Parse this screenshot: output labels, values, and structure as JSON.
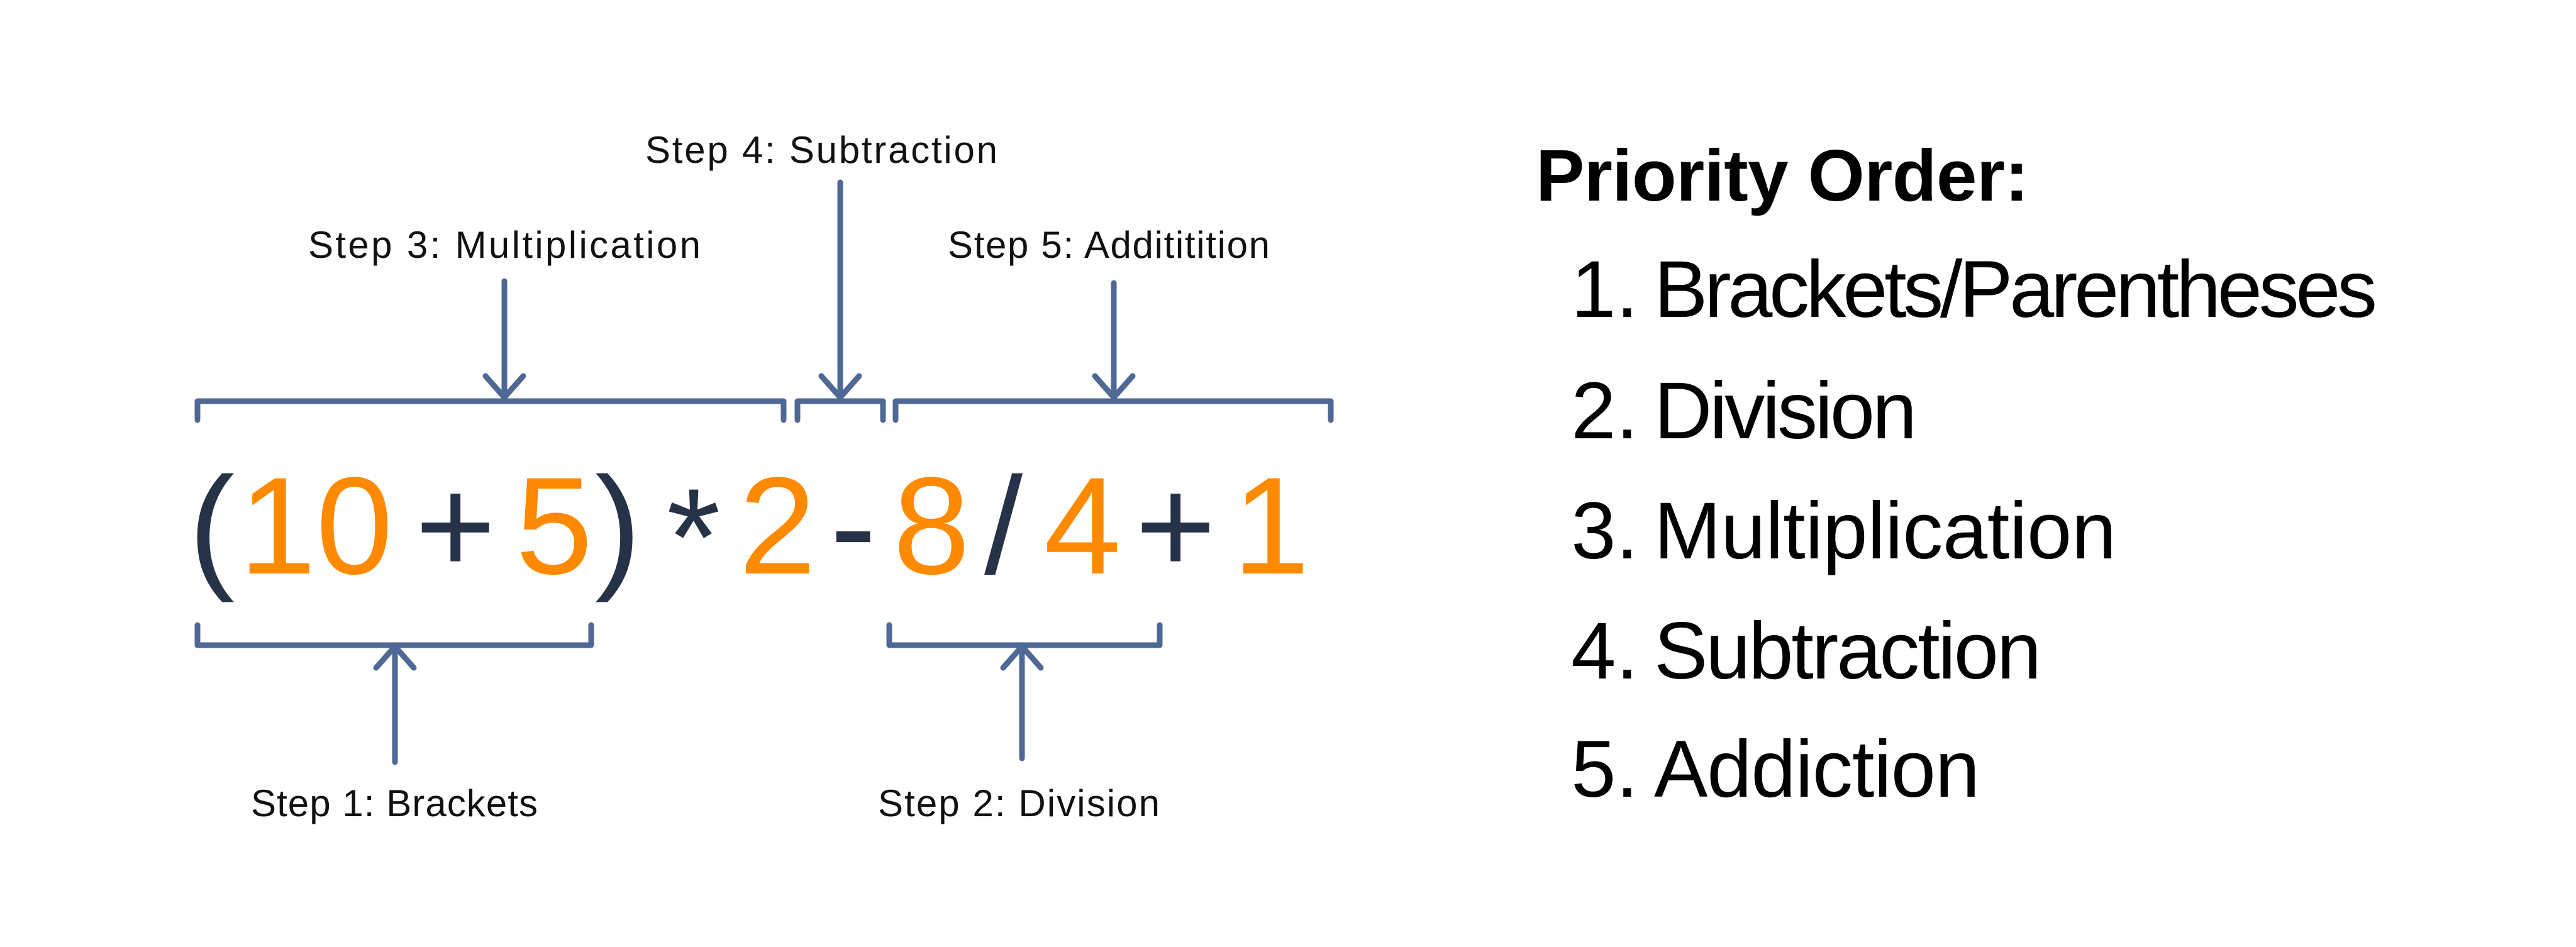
{
  "colors": {
    "number": "#ff8a00",
    "operator": "#263247",
    "annotation": "#4f6896",
    "text": "#000000"
  },
  "expression": {
    "tokens": [
      {
        "text": "(",
        "kind": "operator"
      },
      {
        "text": "10",
        "kind": "number"
      },
      {
        "text": "+",
        "kind": "operator"
      },
      {
        "text": "5",
        "kind": "number"
      },
      {
        "text": ")",
        "kind": "operator"
      },
      {
        "text": "*",
        "kind": "operator"
      },
      {
        "text": "2",
        "kind": "number"
      },
      {
        "text": "-",
        "kind": "operator"
      },
      {
        "text": "8",
        "kind": "number"
      },
      {
        "text": "/",
        "kind": "operator"
      },
      {
        "text": "4",
        "kind": "number"
      },
      {
        "text": "+",
        "kind": "operator"
      },
      {
        "text": "1",
        "kind": "number"
      }
    ]
  },
  "steps": {
    "step1": "Step 1: Brackets",
    "step2": "Step 2: Division",
    "step3": "Step 3: Multiplication",
    "step4": "Step 4: Subtraction",
    "step5": "Step 5: Addititition"
  },
  "priority": {
    "title": "Priority Order:",
    "items": [
      {
        "num": "1.",
        "label": "Brackets/Parentheses"
      },
      {
        "num": "2.",
        "label": "Division"
      },
      {
        "num": "3.",
        "label": "Multiplication"
      },
      {
        "num": "4.",
        "label": "Subtraction"
      },
      {
        "num": "5.",
        "label": "Addiction"
      }
    ]
  }
}
